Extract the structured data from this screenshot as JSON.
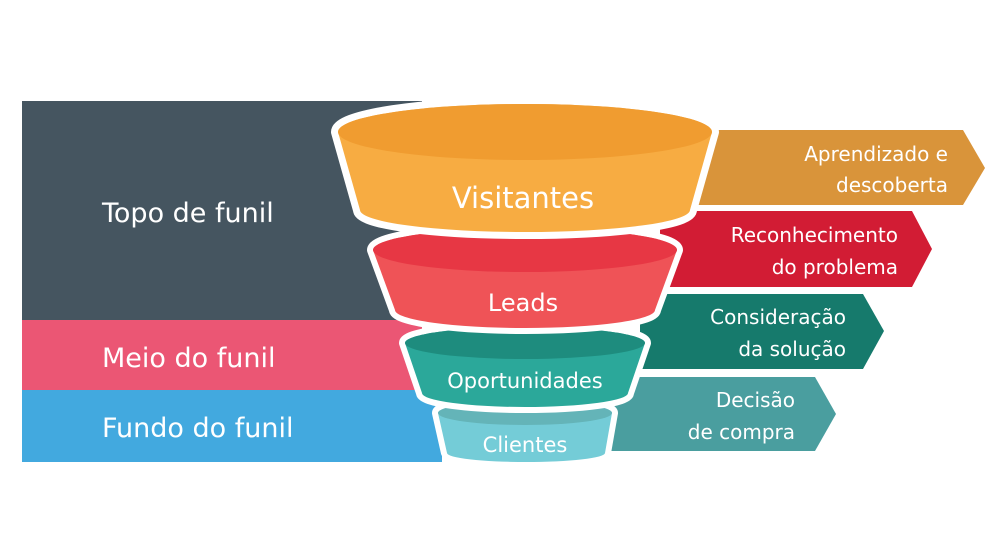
{
  "stages": [
    {
      "label": "Topo de funil",
      "color": "#455560"
    },
    {
      "label": "Meio do funil",
      "color": "#EB5674"
    },
    {
      "label": "Fundo do funil",
      "color": "#42A9DF"
    }
  ],
  "funnel": [
    {
      "label": "Visitantes",
      "top": "#F09C30",
      "body": "#F7AC42"
    },
    {
      "label": "Leads",
      "top": "#E73744",
      "body": "#EF5357"
    },
    {
      "label": "Oportunidades",
      "top": "#1E8C7E",
      "body": "#2BA89A"
    },
    {
      "label": "Clientes",
      "top": "#64B4B8",
      "body": "#74CCD7"
    }
  ],
  "journey": [
    {
      "line1": "Aprendizado e",
      "line2": "descoberta",
      "color": "#D9943A"
    },
    {
      "line1": "Reconhecimento",
      "line2": "do problema",
      "color": "#D21C34"
    },
    {
      "line1": "Consideração",
      "line2": "da solução",
      "color": "#167A6C"
    },
    {
      "line1": "Decisão",
      "line2": "de compra",
      "color": "#4A9E9F"
    }
  ]
}
